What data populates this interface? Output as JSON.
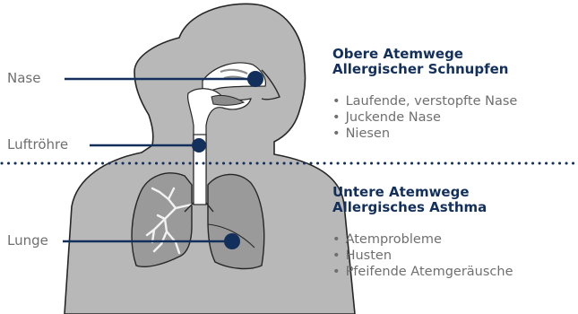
{
  "labels_left": {
    "nose": "Nase",
    "trachea": "Luftröhre",
    "lung": "Lunge"
  },
  "upper": {
    "title_line1": "Obere Atemwege",
    "title_line2": "Allergischer Schnupfen",
    "symptoms": [
      "Laufende, verstopfte Nase",
      "Juckende Nase",
      "Niesen"
    ]
  },
  "lower": {
    "title_line1": "Untere Atemwege",
    "title_line2": "Allergisches Asthma",
    "symptoms": [
      "Atemprobleme",
      "Husten",
      "Pfeifende Atemgeräusche"
    ]
  },
  "colors": {
    "navy": "#13305c",
    "body_gray": "#b5b5b5",
    "organ_gray": "#8c8c8c",
    "outline": "#222222",
    "label_gray": "#6f6f6f"
  }
}
